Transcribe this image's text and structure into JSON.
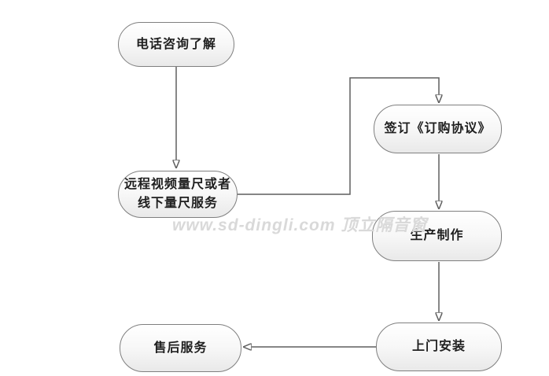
{
  "diagram": {
    "type": "flowchart",
    "watermark": "www.sd-dingli.com 顶立隔音窗",
    "nodes": [
      {
        "id": "phone-consult",
        "label": "电话咨询了解"
      },
      {
        "id": "measure-service",
        "label": "远程视频量尺或者\n线下量尺服务"
      },
      {
        "id": "sign-agreement",
        "label": "签订《订购协议》"
      },
      {
        "id": "production",
        "label": "生产制作"
      },
      {
        "id": "door-install",
        "label": "上门安装"
      },
      {
        "id": "after-sales",
        "label": "售后服务"
      }
    ],
    "edges": [
      {
        "from": "phone-consult",
        "to": "measure-service"
      },
      {
        "from": "measure-service",
        "to": "sign-agreement"
      },
      {
        "from": "sign-agreement",
        "to": "production"
      },
      {
        "from": "production",
        "to": "door-install"
      },
      {
        "from": "door-install",
        "to": "after-sales"
      }
    ],
    "colors": {
      "background": "#ffffff",
      "node_border": "#7f7f7f",
      "node_fill_top": "#ffffff",
      "node_fill_bottom": "#e9e9e9",
      "node_text": "#1f1f1f",
      "edge_line": "#5f5f5f",
      "arrowhead": "#3f3f3f",
      "watermark": "#d9d9d9"
    }
  }
}
